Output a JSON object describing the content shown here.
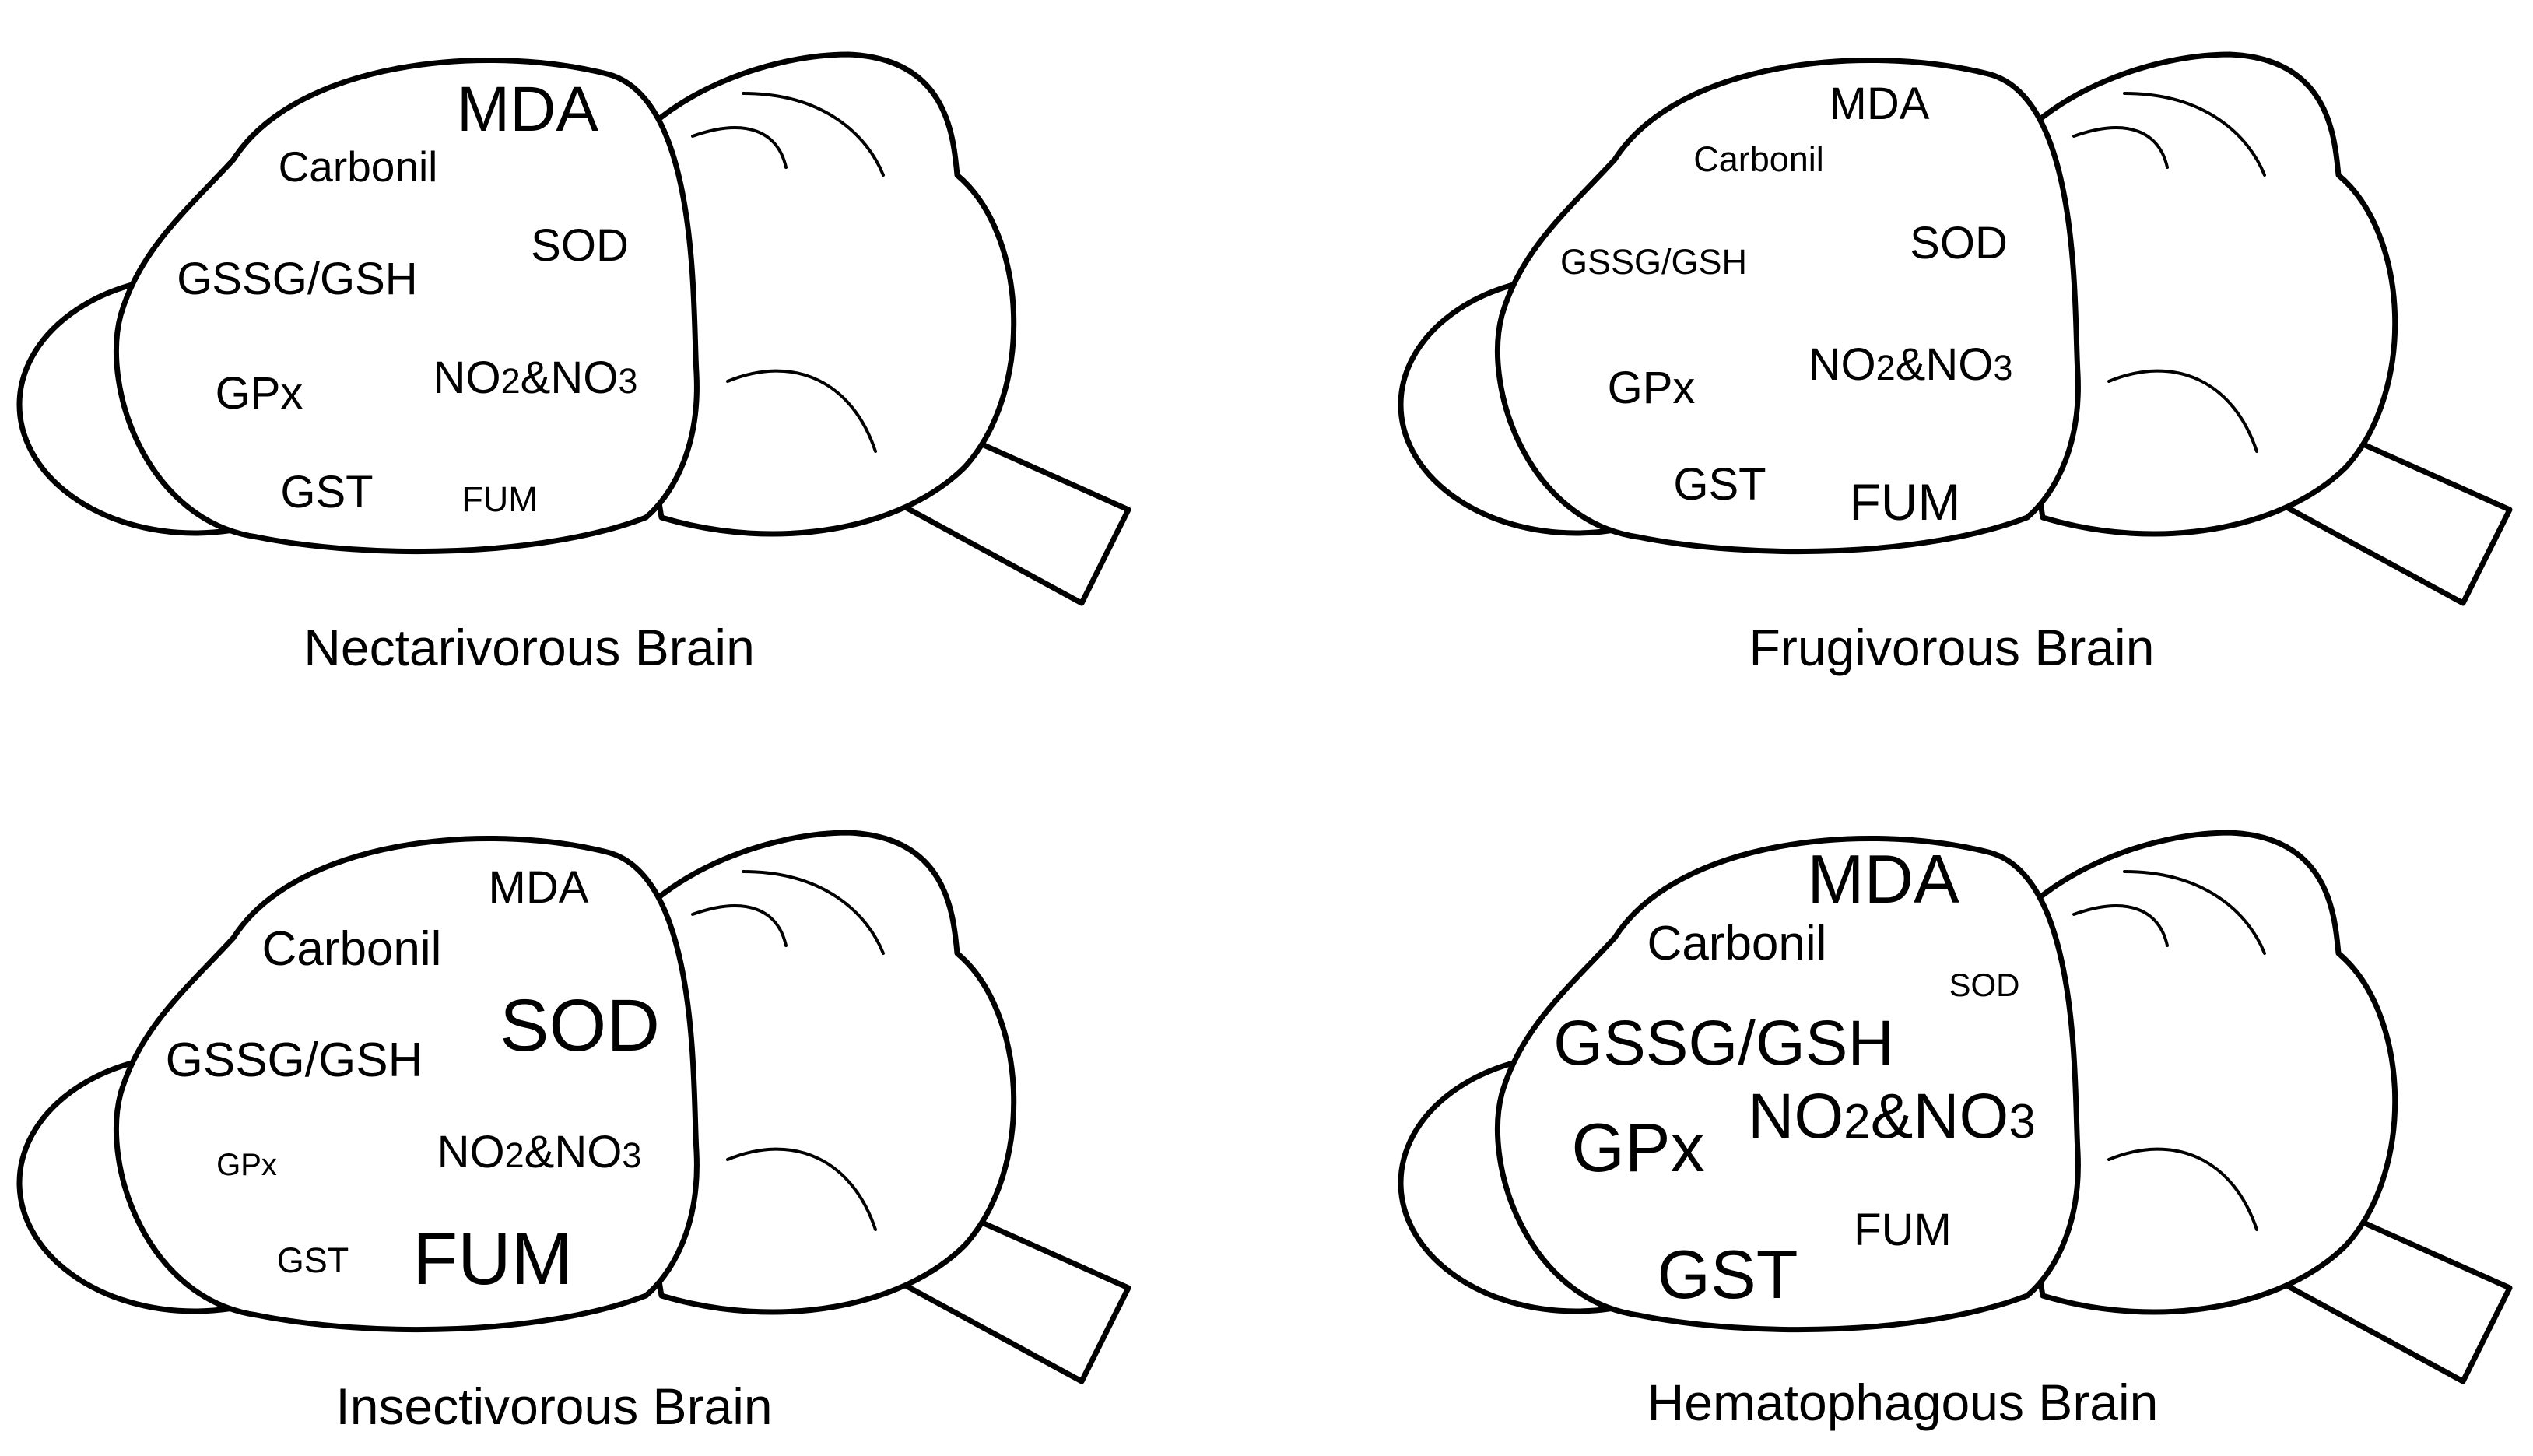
{
  "panels": [
    {
      "caption": "Nectarivorous Brain",
      "labels": {
        "mda": "MDA",
        "carbonil": "Carbonil",
        "sod": "SOD",
        "gssg_gsh": "GSSG/GSH",
        "no_a": "NO",
        "no_sub_a": "2",
        "no_amp": "&NO",
        "no_sub_b": "3",
        "gpx": "GPx",
        "gst": "GST",
        "fum": "FUM"
      }
    },
    {
      "caption": "Frugivorous Brain",
      "labels": {
        "mda": "MDA",
        "carbonil": "Carbonil",
        "sod": "SOD",
        "gssg_gsh": "GSSG/GSH",
        "no_a": "NO",
        "no_sub_a": "2",
        "no_amp": "&NO",
        "no_sub_b": "3",
        "gpx": "GPx",
        "gst": "GST",
        "fum": "FUM"
      }
    },
    {
      "caption": "Insectivorous Brain",
      "labels": {
        "mda": "MDA",
        "carbonil": "Carbonil",
        "sod": "SOD",
        "gssg_gsh": "GSSG/GSH",
        "no_a": "NO",
        "no_sub_a": "2",
        "no_amp": "&NO",
        "no_sub_b": "3",
        "gpx": "GPx",
        "gst": "GST",
        "fum": "FUM"
      }
    },
    {
      "caption": "Hematophagous Brain",
      "labels": {
        "mda": "MDA",
        "carbonil": "Carbonil",
        "sod": "SOD",
        "gssg_gsh": "GSSG/GSH",
        "no_a": "NO",
        "no_sub_a": "2",
        "no_amp": "&NO",
        "no_sub_b": "3",
        "gpx": "GPx",
        "gst": "GST",
        "fum": "FUM"
      }
    }
  ]
}
